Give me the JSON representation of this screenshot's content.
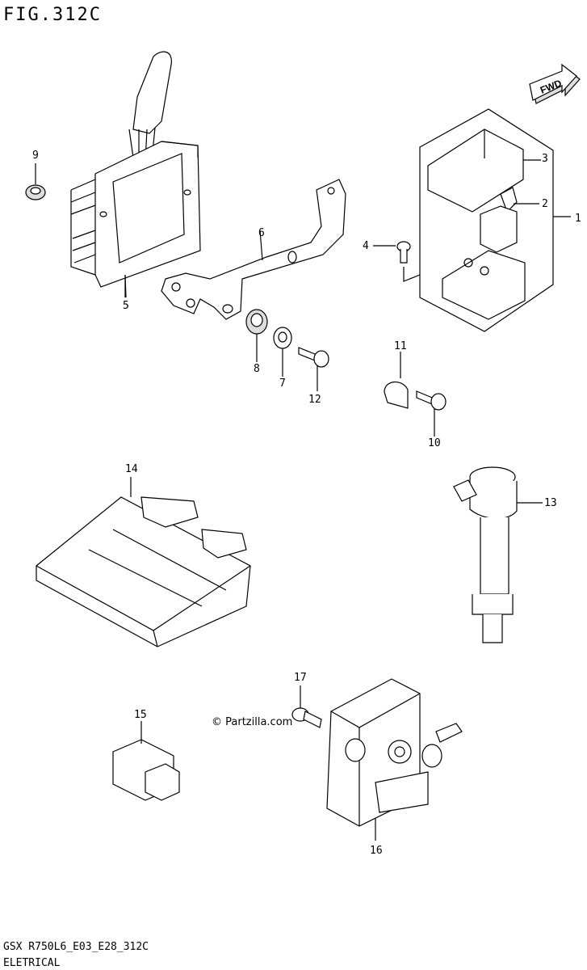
{
  "figure": {
    "title": "FIG.312C",
    "footer_code": "GSX R750L6_E03_E28_312C",
    "footer_section": "ELETRICAL",
    "watermark": "© Partzilla.com",
    "fwd_label": "FWD"
  },
  "callouts": [
    {
      "id": "c1",
      "text": "1"
    },
    {
      "id": "c2",
      "text": "2"
    },
    {
      "id": "c3",
      "text": "3"
    },
    {
      "id": "c4",
      "text": "4"
    },
    {
      "id": "c5",
      "text": "5"
    },
    {
      "id": "c6",
      "text": "6"
    },
    {
      "id": "c7",
      "text": "7"
    },
    {
      "id": "c8",
      "text": "8"
    },
    {
      "id": "c9",
      "text": "9"
    },
    {
      "id": "c10",
      "text": "10"
    },
    {
      "id": "c11",
      "text": "11"
    },
    {
      "id": "c12",
      "text": "12"
    },
    {
      "id": "c13",
      "text": "13"
    },
    {
      "id": "c14",
      "text": "14"
    },
    {
      "id": "c15",
      "text": "15"
    },
    {
      "id": "c16",
      "text": "16"
    },
    {
      "id": "c17",
      "text": "17"
    }
  ]
}
